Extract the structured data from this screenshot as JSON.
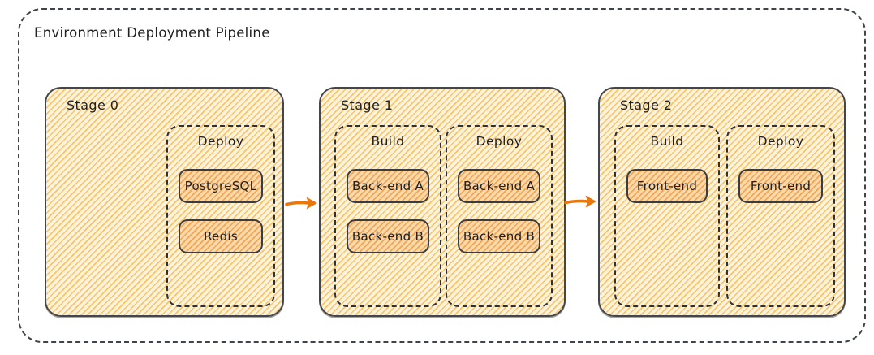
{
  "diagram": {
    "title": "Environment Deployment Pipeline",
    "stages": [
      {
        "label": "Stage 0",
        "groups": [
          {
            "label": "Deploy",
            "items": [
              "PostgreSQL",
              "Redis"
            ]
          }
        ]
      },
      {
        "label": "Stage 1",
        "groups": [
          {
            "label": "Build",
            "items": [
              "Back-end A",
              "Back-end B"
            ]
          },
          {
            "label": "Deploy",
            "items": [
              "Back-end A",
              "Back-end B"
            ]
          }
        ]
      },
      {
        "label": "Stage 2",
        "groups": [
          {
            "label": "Build",
            "items": [
              "Front-end"
            ]
          },
          {
            "label": "Deploy",
            "items": [
              "Front-end"
            ]
          }
        ]
      }
    ],
    "connectors": [
      {
        "icon": "arrow-right-icon",
        "from": "Stage 0",
        "to": "Stage 1"
      },
      {
        "icon": "arrow-right-icon",
        "from": "Stage 1",
        "to": "Stage 2"
      }
    ],
    "colors": {
      "arrow_accent": "#e8770e",
      "stage_fill_stripe": "#f7c46d",
      "stage_fill_base": "#fdf3da",
      "item_fill_stripe": "#f0a558",
      "item_fill_base": "#fbd9a9",
      "stroke_dark": "#43464b",
      "text": "#1d1f21"
    }
  }
}
